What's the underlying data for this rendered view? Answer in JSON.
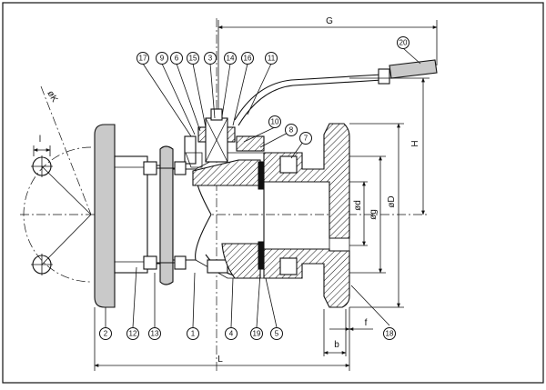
{
  "drawing": {
    "title": "",
    "dimension_labels": {
      "G": "G",
      "H": "H",
      "L": "L",
      "l": "l",
      "b": "b",
      "f": "f",
      "K": "øK",
      "d": "ød",
      "g": "øg",
      "D": "øD"
    },
    "part_numbers": {
      "p1": "1",
      "p2": "2",
      "p3": "3",
      "p4": "4",
      "p5": "5",
      "p6": "6",
      "p7": "7",
      "p8": "8",
      "p9": "9",
      "p10": "10",
      "p11": "11",
      "p12": "12",
      "p13": "13",
      "p14": "14",
      "p15": "15",
      "p16": "16",
      "p17": "17",
      "p18": "18",
      "p19": "19",
      "p20": "20"
    }
  }
}
